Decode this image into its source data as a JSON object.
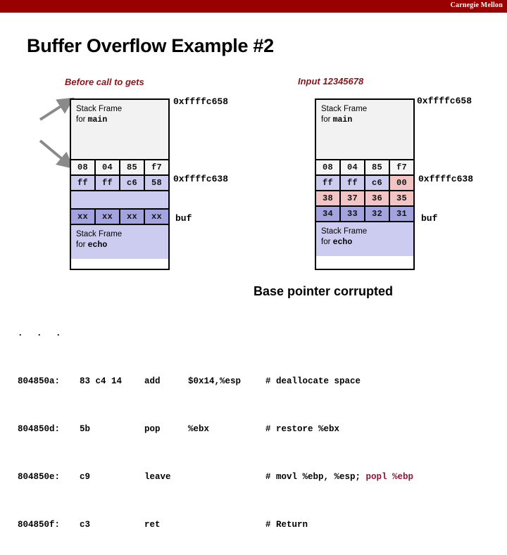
{
  "banner": {
    "brand": "Carnegie Mellon",
    "color": "#990000"
  },
  "title": "Buffer Overflow Example #2",
  "captions": {
    "left": "Before call to gets",
    "right": "Input 12345678",
    "color": "#8c1318"
  },
  "diagrams": [
    {
      "id": "before",
      "top_frame": {
        "line1": "Stack Frame",
        "line2_prefix": "for ",
        "line2_mono": "main"
      },
      "bottom_frame": {
        "line1": "Stack Frame",
        "line2_prefix": "for ",
        "line2_mono": "echo"
      },
      "rows": [
        {
          "cells": [
            "08",
            "04",
            "85",
            "f7"
          ],
          "colors": [
            "white",
            "white",
            "white",
            "white"
          ]
        },
        {
          "cells": [
            "ff",
            "ff",
            "c6",
            "58"
          ],
          "colors": [
            "lav",
            "lav",
            "lav",
            "lav"
          ]
        }
      ],
      "blank_row": true,
      "buf_row": {
        "cells": [
          "xx",
          "xx",
          "xx",
          "xx"
        ],
        "colors": [
          "lavdark",
          "lavdark",
          "lavdark",
          "lavdark"
        ]
      },
      "annotations": {
        "top_address": "0xffffc658",
        "mid_address": "0xffffc638",
        "buf_label": "buf"
      }
    },
    {
      "id": "after",
      "top_frame": {
        "line1": "Stack Frame",
        "line2_prefix": "for ",
        "line2_mono": "main"
      },
      "bottom_frame": {
        "line1": "Stack Frame",
        "line2_prefix": "for ",
        "line2_mono": "echo"
      },
      "rows": [
        {
          "cells": [
            "08",
            "04",
            "85",
            "f7"
          ],
          "colors": [
            "white",
            "white",
            "white",
            "white"
          ]
        },
        {
          "cells": [
            "ff",
            "ff",
            "c6",
            "00"
          ],
          "colors": [
            "lav",
            "lav",
            "lav",
            "pink"
          ]
        },
        {
          "cells": [
            "38",
            "37",
            "36",
            "35"
          ],
          "colors": [
            "pink",
            "pink",
            "pink",
            "pink"
          ]
        }
      ],
      "blank_row": false,
      "buf_row": {
        "cells": [
          "34",
          "33",
          "32",
          "31"
        ],
        "colors": [
          "lavdark",
          "lavdark",
          "lavdark",
          "lavdark"
        ]
      },
      "annotations": {
        "top_address": "0xffffc658",
        "mid_address": "0xffffc638",
        "buf_label": "buf"
      }
    }
  ],
  "note": "Base pointer corrupted",
  "code": {
    "ellipsis": ". . .",
    "lines": [
      {
        "address": "804850a:",
        "bytes": "83 c4 14",
        "op": "add",
        "args": "$0x14,%esp",
        "comment": "# deallocate space",
        "comment_highlight": ""
      },
      {
        "address": "804850d:",
        "bytes": "5b",
        "op": "pop",
        "args": "%ebx",
        "comment": "# restore %ebx",
        "comment_highlight": ""
      },
      {
        "address": "804850e:",
        "bytes": "c9",
        "op": "leave",
        "args": "",
        "comment": "# movl %ebp, %esp; ",
        "comment_highlight": "popl %ebp"
      },
      {
        "address": "804850f:",
        "bytes": "c3",
        "op": "ret",
        "args": "",
        "comment": "# Return",
        "comment_highlight": ""
      }
    ],
    "highlight_color": "#8c1338"
  },
  "colors": {
    "cell_white": "#f5f5f5",
    "cell_lavender": "#ccccf0",
    "cell_lavender_dark": "#a3a3e0",
    "cell_pink": "#f2c4c4",
    "frame_main_bg": "#f2f2f2",
    "arrow_gray": "#8a8a8a"
  }
}
